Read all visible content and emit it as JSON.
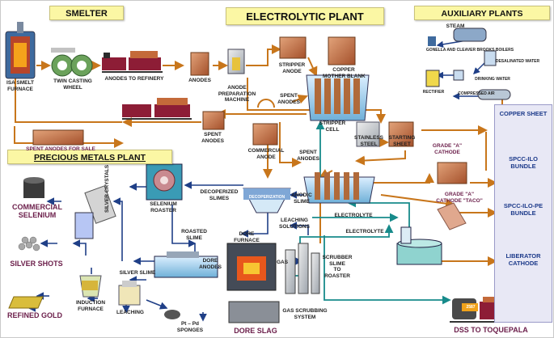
{
  "banners": {
    "smelter": "SMELTER",
    "electrolytic": "ELECTROLYTIC PLANT",
    "auxiliary": "AUXILIARY PLANTS",
    "precious": "PRECIOUS METALS PLANT"
  },
  "labels": {
    "isa_smelt_furnace": "ISA SMELT\nFURNACE",
    "twin_casting_wheel": "TWIN CASTING\nWHEEL",
    "anodes_to_refinery": "ANODES TO REFINERY",
    "anodes": "ANODES",
    "anode_prep_machine": "ANODE\nPREPARATION\nMACHINE",
    "stripper_anode": "STRIPPER\nANODE",
    "copper_mother_blank": "COPPER\nMOTHER BLANK",
    "spent_anodes_1": "SPENT\nANODES",
    "spent_anodes_2": "SPENT\nANODES",
    "spent_anodes_3": "SPENT\nANODES",
    "stripper_cell": "STRIPPER\nCELL",
    "spent_anodes_for_sale": "SPENT ANODES FOR SALE",
    "commercial_anode": "COMMERCIAL\nANODE",
    "stainless_steel": "STAINLESS\nSTEEL",
    "starting_sheet": "STARTING\nSHEET",
    "grade_a_cathode": "GRADE \"A\"\nCATHODE",
    "grade_a_taco": "GRADE \"A\"\nCATHODE \"TACO\"",
    "steam": "STEAM",
    "boilers": "GONELLA AND CLEAVER BROOKS BOILERS",
    "desalinated_water": "DESALINATED WATER",
    "drinking_water": "DRINKING WATER",
    "rectifier": "RECTIFIER",
    "compressed_air": "COMPRESSED AIR",
    "selenium_roaster": "SELENIUM\nROASTER",
    "decoperized_slimes": "DECOPERIZED\nSLIMES",
    "decoperization": "DECOPERIZATION",
    "anodic_slime": "ANODIC\nSLIME",
    "electrolyte_1": "ELECTROLYTE",
    "electrolyte_2": "ELECTROLYTE",
    "leaching_solutions": "LEACHING\nSOLUTIONS",
    "roasted_slime": "ROASTED\nSLIME",
    "silver_crystals": "SILVER CRYSTALS",
    "dore_furnace": "DORE\nFURNACE",
    "dore_anodes": "DORE\nANODES",
    "gas": "GAS",
    "scrubber_slime": "SCRUBBER\nSLIME\nTO\nROASTER",
    "silver_slime": "SILVER SLIME",
    "induction_furnace": "INDUCTION\nFURNACE",
    "leaching": "LEACHING",
    "gas_scrubbing": "GAS SCRUBBING\nSYSTEM",
    "pt_pd_sponges": "Pt – Pd\nSPONGES"
  },
  "products": {
    "commercial_selenium": "COMMERCIAL\nSELENIUM",
    "silver_shots": "SILVER SHOTS",
    "refined_gold": "REFINED GOLD",
    "dore_slag": "DORE SLAG",
    "dss_to_toquepala": "DSS TO TOQUEPALA"
  },
  "panel": {
    "copper_sheet": "COPPER SHEET",
    "spcc_ilo_bundle": "SPCC-ILO\nBUNDLE",
    "spcc_ilo_pe_bundle": "SPCC-ILO-PE\nBUNDLE",
    "liberator_cathode": "LIBERATOR\nCATHODE"
  },
  "locomotive_number": "2587",
  "colors": {
    "banner_bg": "#fbf7a4",
    "arrow_orange": "#c8761b",
    "arrow_blue": "#1f3f87",
    "arrow_teal": "#178b8b",
    "product_text": "#6b1e4a",
    "panel_text": "#1c3a8a",
    "panel_bg": "#e8e8f5",
    "copper": "#c46a3a",
    "locomotive_red": "#8d1d36"
  }
}
